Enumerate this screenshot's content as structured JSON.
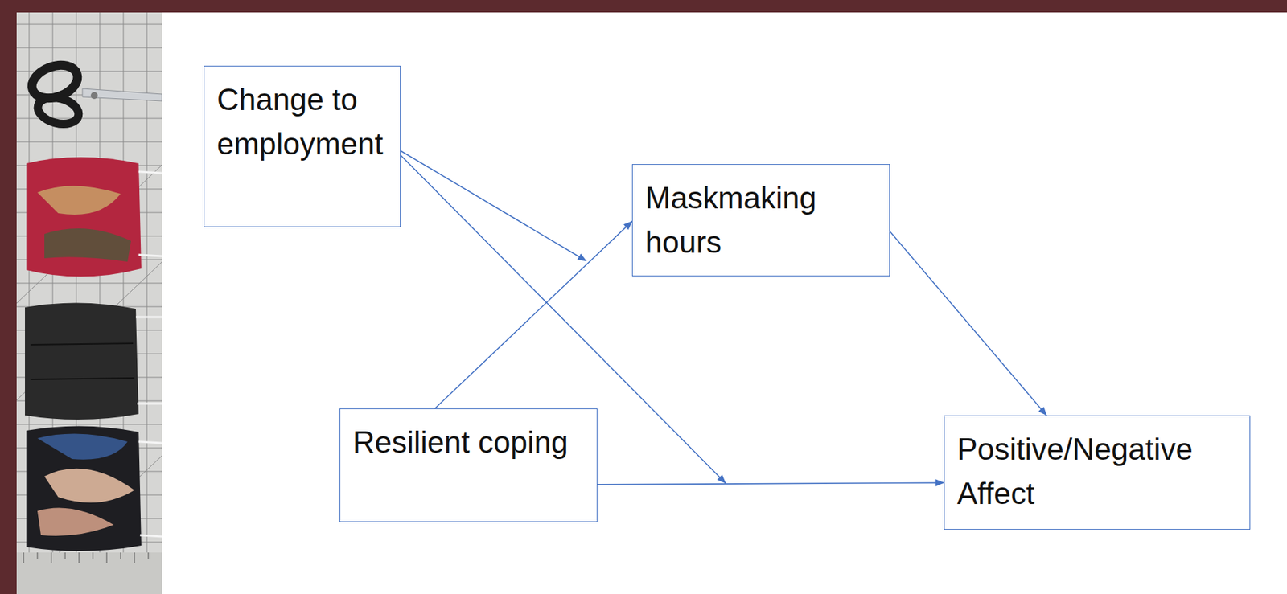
{
  "diagram": {
    "nodes": [
      {
        "text": [
          "Change to employment"
        ]
      },
      {
        "text": [
          "Maskmaking hours"
        ]
      },
      {
        "text": [
          "Resilient coping"
        ]
      },
      {
        "text": [
          "Positive/Negative Affect"
        ]
      }
    ],
    "edges": [
      {
        "from": 2,
        "to": 1,
        "arrow": "to"
      },
      {
        "from": 1,
        "to": 3,
        "arrow": "to"
      },
      {
        "from": 2,
        "to": 3,
        "arrow": "to"
      }
    ]
  }
}
